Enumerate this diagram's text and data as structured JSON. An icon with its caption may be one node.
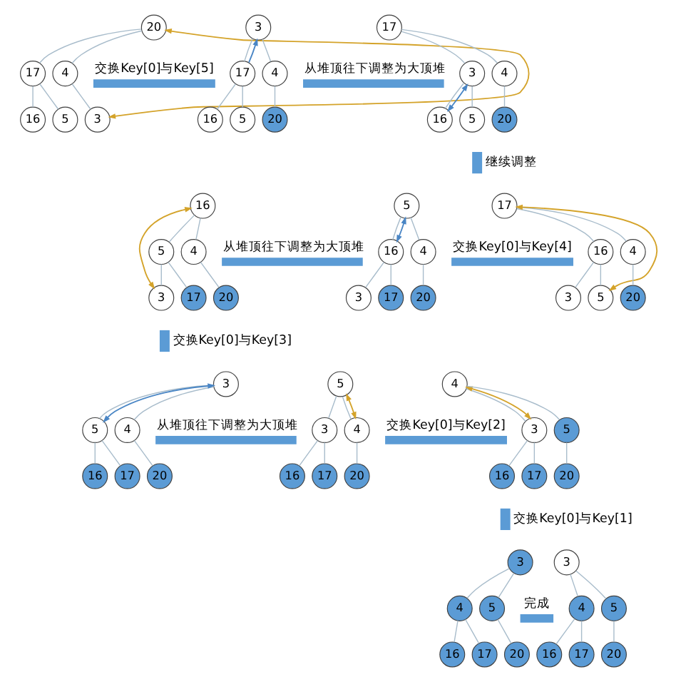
{
  "diagram": {
    "nodes": [
      {
        "text": [
          "20"
        ]
      },
      {
        "text": [
          "17"
        ]
      },
      {
        "text": [
          "4"
        ]
      },
      {
        "text": [
          "16"
        ]
      },
      {
        "text": [
          "5"
        ]
      },
      {
        "text": [
          "3"
        ]
      },
      {
        "text": [
          "3"
        ]
      },
      {
        "text": [
          "17"
        ]
      },
      {
        "text": [
          "4"
        ]
      },
      {
        "text": [
          "16"
        ]
      },
      {
        "text": [
          "5"
        ]
      },
      {
        "text": [
          "20"
        ]
      },
      {
        "text": [
          "17"
        ]
      },
      {
        "text": [
          "3"
        ]
      },
      {
        "text": [
          "4"
        ]
      },
      {
        "text": [
          "16"
        ]
      },
      {
        "text": [
          "5"
        ]
      },
      {
        "text": [
          "20"
        ]
      },
      {
        "text": [
          "17"
        ]
      },
      {
        "text": [
          "16"
        ]
      },
      {
        "text": [
          "4"
        ]
      },
      {
        "text": [
          "3"
        ]
      },
      {
        "text": [
          "5"
        ]
      },
      {
        "text": [
          "20"
        ]
      },
      {
        "text": [
          "5"
        ]
      },
      {
        "text": [
          "16"
        ]
      },
      {
        "text": [
          "4"
        ]
      },
      {
        "text": [
          "3"
        ]
      },
      {
        "text": [
          "17"
        ]
      },
      {
        "text": [
          "20"
        ]
      },
      {
        "text": [
          "16"
        ]
      },
      {
        "text": [
          "5"
        ]
      },
      {
        "text": [
          "4"
        ]
      },
      {
        "text": [
          "3"
        ]
      },
      {
        "text": [
          "17"
        ]
      },
      {
        "text": [
          "20"
        ]
      },
      {
        "text": [
          "3"
        ]
      },
      {
        "text": [
          "5"
        ]
      },
      {
        "text": [
          "4"
        ]
      },
      {
        "text": [
          "16"
        ]
      },
      {
        "text": [
          "17"
        ]
      },
      {
        "text": [
          "20"
        ]
      },
      {
        "text": [
          "5"
        ]
      },
      {
        "text": [
          "3"
        ]
      },
      {
        "text": [
          "4"
        ]
      },
      {
        "text": [
          "16"
        ]
      },
      {
        "text": [
          "17"
        ]
      },
      {
        "text": [
          "20"
        ]
      },
      {
        "text": [
          "4"
        ]
      },
      {
        "text": [
          "3"
        ]
      },
      {
        "text": [
          "5"
        ]
      },
      {
        "text": [
          "16"
        ]
      },
      {
        "text": [
          "17"
        ]
      },
      {
        "text": [
          "20"
        ]
      },
      {
        "text": [
          "3"
        ]
      },
      {
        "text": [
          "4"
        ]
      },
      {
        "text": [
          "5"
        ]
      },
      {
        "text": [
          "16"
        ]
      },
      {
        "text": [
          "17"
        ]
      },
      {
        "text": [
          "20"
        ]
      },
      {
        "text": [
          "3"
        ]
      },
      {
        "text": [
          "4"
        ]
      },
      {
        "text": [
          "5"
        ]
      },
      {
        "text": [
          "16"
        ]
      },
      {
        "text": [
          "17"
        ]
      },
      {
        "text": [
          "20"
        ]
      }
    ],
    "edges": [
      {
        "from": 0,
        "to": 1,
        "arrow": "none"
      },
      {
        "from": 0,
        "to": 2,
        "arrow": "none"
      },
      {
        "from": 1,
        "to": 3,
        "arrow": "none"
      },
      {
        "from": 1,
        "to": 4,
        "arrow": "none"
      },
      {
        "from": 2,
        "to": 5,
        "arrow": "none"
      },
      {
        "from": 0,
        "to": 5,
        "arrow": "both",
        "color": "#d4a32a"
      },
      {
        "from": 6,
        "to": 7,
        "arrow": "none"
      },
      {
        "from": 6,
        "to": 8,
        "arrow": "none"
      },
      {
        "from": 7,
        "to": 9,
        "arrow": "none"
      },
      {
        "from": 7,
        "to": 10,
        "arrow": "none"
      },
      {
        "from": 8,
        "to": 11,
        "arrow": "none"
      },
      {
        "from": 7,
        "to": 6,
        "arrow": "to",
        "color": "#4a86c5"
      },
      {
        "from": 12,
        "to": 13,
        "arrow": "none"
      },
      {
        "from": 12,
        "to": 14,
        "arrow": "none"
      },
      {
        "from": 13,
        "to": 15,
        "arrow": "none"
      },
      {
        "from": 13,
        "to": 16,
        "arrow": "none"
      },
      {
        "from": 14,
        "to": 17,
        "arrow": "none"
      },
      {
        "from": 13,
        "to": 15,
        "arrow": "both",
        "color": "#4a86c5"
      },
      {
        "from": 18,
        "to": 19,
        "arrow": "none"
      },
      {
        "from": 18,
        "to": 20,
        "arrow": "none"
      },
      {
        "from": 19,
        "to": 21,
        "arrow": "none"
      },
      {
        "from": 19,
        "to": 22,
        "arrow": "none"
      },
      {
        "from": 20,
        "to": 23,
        "arrow": "none"
      },
      {
        "from": 18,
        "to": 22,
        "arrow": "both",
        "color": "#d4a32a"
      },
      {
        "from": 24,
        "to": 25,
        "arrow": "none"
      },
      {
        "from": 24,
        "to": 26,
        "arrow": "none"
      },
      {
        "from": 25,
        "to": 27,
        "arrow": "none"
      },
      {
        "from": 25,
        "to": 28,
        "arrow": "none"
      },
      {
        "from": 26,
        "to": 29,
        "arrow": "none"
      },
      {
        "from": 25,
        "to": 24,
        "arrow": "both",
        "color": "#4a86c5"
      },
      {
        "from": 30,
        "to": 31,
        "arrow": "none"
      },
      {
        "from": 30,
        "to": 32,
        "arrow": "none"
      },
      {
        "from": 31,
        "to": 33,
        "arrow": "none"
      },
      {
        "from": 31,
        "to": 34,
        "arrow": "none"
      },
      {
        "from": 32,
        "to": 35,
        "arrow": "none"
      },
      {
        "from": 30,
        "to": 33,
        "arrow": "both",
        "color": "#d4a32a"
      },
      {
        "from": 36,
        "to": 37,
        "arrow": "none"
      },
      {
        "from": 36,
        "to": 38,
        "arrow": "none"
      },
      {
        "from": 37,
        "to": 39,
        "arrow": "none"
      },
      {
        "from": 37,
        "to": 40,
        "arrow": "none"
      },
      {
        "from": 38,
        "to": 41,
        "arrow": "none"
      },
      {
        "from": 37,
        "to": 36,
        "arrow": "both",
        "color": "#4a86c5"
      },
      {
        "from": 42,
        "to": 43,
        "arrow": "none"
      },
      {
        "from": 42,
        "to": 44,
        "arrow": "none"
      },
      {
        "from": 43,
        "to": 45,
        "arrow": "none"
      },
      {
        "from": 43,
        "to": 46,
        "arrow": "none"
      },
      {
        "from": 44,
        "to": 47,
        "arrow": "none"
      },
      {
        "from": 42,
        "to": 44,
        "arrow": "both",
        "color": "#d4a32a"
      },
      {
        "from": 48,
        "to": 49,
        "arrow": "none"
      },
      {
        "from": 48,
        "to": 50,
        "arrow": "none"
      },
      {
        "from": 49,
        "to": 51,
        "arrow": "none"
      },
      {
        "from": 49,
        "to": 52,
        "arrow": "none"
      },
      {
        "from": 50,
        "to": 53,
        "arrow": "none"
      },
      {
        "from": 48,
        "to": 49,
        "arrow": "both",
        "color": "#d4a32a"
      },
      {
        "from": 54,
        "to": 55,
        "arrow": "none"
      },
      {
        "from": 54,
        "to": 56,
        "arrow": "none"
      },
      {
        "from": 55,
        "to": 57,
        "arrow": "none"
      },
      {
        "from": 55,
        "to": 58,
        "arrow": "none"
      },
      {
        "from": 56,
        "to": 59,
        "arrow": "none"
      },
      {
        "from": 60,
        "to": 61,
        "arrow": "none"
      },
      {
        "from": 60,
        "to": 62,
        "arrow": "none"
      },
      {
        "from": 61,
        "to": 63,
        "arrow": "none"
      },
      {
        "from": 61,
        "to": 64,
        "arrow": "none"
      },
      {
        "from": 62,
        "to": 65,
        "arrow": "none"
      }
    ],
    "labels": [
      "交换Key[0]与Key[5]",
      "从堆顶往下调整为大顶堆",
      "继续调整",
      "交换Key[0]与Key[4]",
      "从堆顶往下调整为大顶堆",
      "交换Key[0]与Key[3]",
      "从堆顶往下调整为大顶堆",
      "交换Key[0]与Key[2]",
      "交换Key[0]与Key[1]",
      "完成"
    ]
  }
}
